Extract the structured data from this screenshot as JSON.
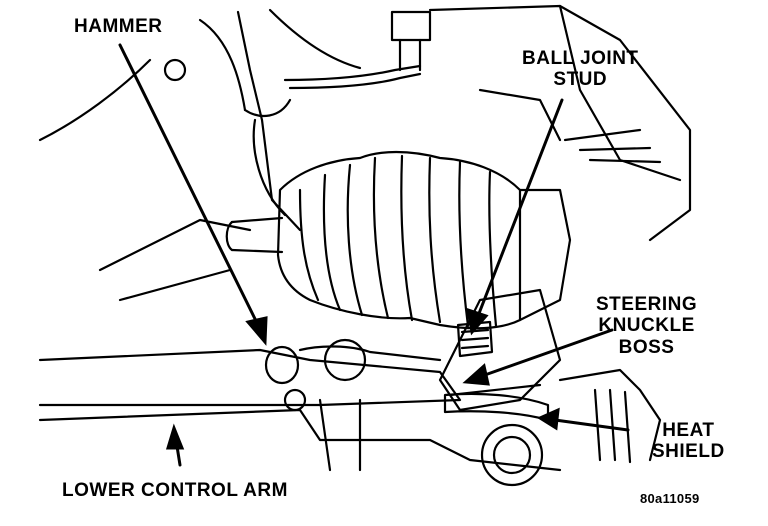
{
  "labels": {
    "hammer": "HAMMER",
    "ball_joint_stud": [
      "BALL JOINT",
      "STUD"
    ],
    "steering_knuckle_boss": [
      "STEERING",
      "KNUCKLE",
      "BOSS"
    ],
    "heat_shield": [
      "HEAT",
      "SHIELD"
    ],
    "lower_control_arm": "LOWER CONTROL ARM"
  },
  "figure_id": "80a11059",
  "colors": {
    "ink": "#000000",
    "paper": "#ffffff"
  }
}
